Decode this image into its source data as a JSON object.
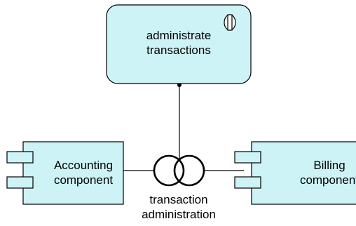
{
  "diagram": {
    "colors": {
      "element_fill": "#cdf3f6",
      "stroke": "#000000",
      "background": "#ffffff"
    },
    "function": {
      "line1": "administrate",
      "line2": "transactions",
      "icon": "application-function-icon"
    },
    "components": [
      {
        "line1": "Accounting",
        "line2": "component",
        "icon": "component-icon"
      },
      {
        "line1": "Billing",
        "line2": "component",
        "icon": "component-icon"
      }
    ],
    "interaction": {
      "line1": "transaction",
      "line2": "administration",
      "icon": "application-interaction-icon"
    }
  }
}
